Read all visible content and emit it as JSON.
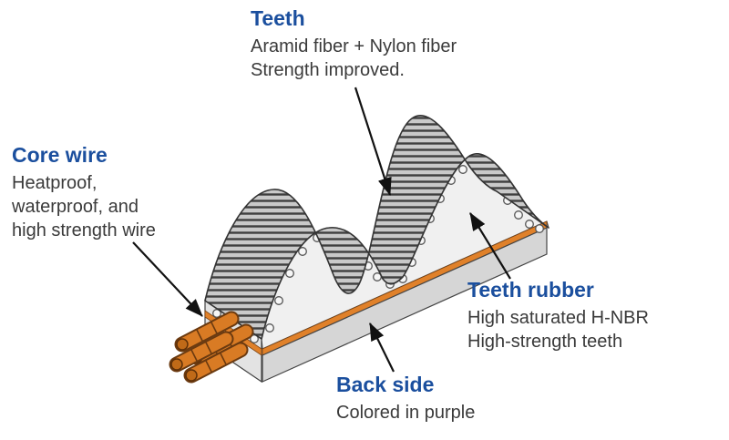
{
  "diagram": {
    "colors": {
      "heading": "#1b4f9e",
      "body": "#3a3a3a",
      "belt_orange": "#e0812a",
      "wire_orange": "#d97b24",
      "hatch_gray": "#c9c9c9",
      "arrow": "#111111"
    },
    "labels": {
      "teeth": {
        "title": "Teeth",
        "lines": [
          "Aramid fiber + Nylon fiber",
          "Strength improved."
        ]
      },
      "core_wire": {
        "title": "Core wire",
        "lines": [
          "Heatproof,",
          "waterproof, and",
          "high strength wire"
        ]
      },
      "teeth_rubber": {
        "title": "Teeth rubber",
        "lines": [
          "High saturated H-NBR",
          "High-strength teeth"
        ]
      },
      "back_side": {
        "title": "Back side",
        "lines": [
          "Colored in purple"
        ]
      }
    }
  }
}
